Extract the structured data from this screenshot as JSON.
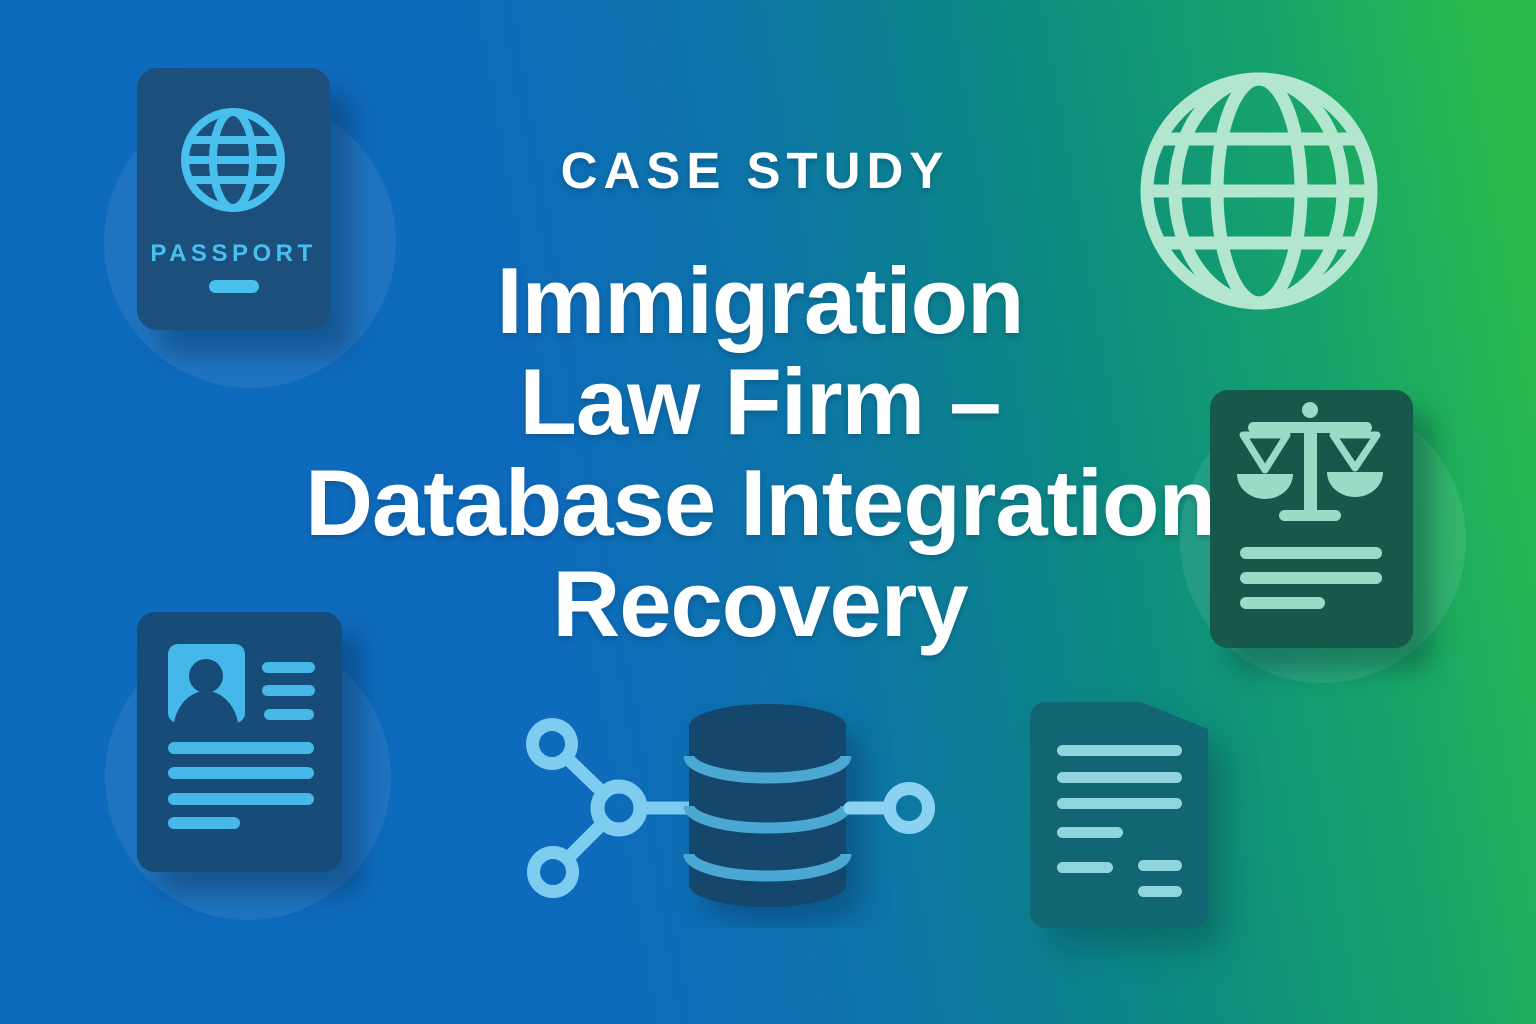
{
  "banner": {
    "eyebrow": "CASE STUDY",
    "title": {
      "line1": "Immigration",
      "line2": "Law Firm –",
      "line3": "Database Integration",
      "line4": "Recovery"
    }
  },
  "passport": {
    "label": "PASSPORT"
  },
  "icons": {
    "top_left": "passport-icon",
    "top_right": "globe-icon",
    "middle_right": "legal-scales-document-icon",
    "bottom_left": "id-card-icon",
    "bottom_center_left": "network-nodes-icon",
    "bottom_center": "database-icon",
    "bottom_right": "document-icon"
  },
  "colors": {
    "bg_blue": "#0e6abc",
    "bg_teal": "#0c8883",
    "bg_green": "#2abb4c",
    "passport_navy": "#1d4f7d",
    "passport_light_blue": "#49bfee",
    "id_card_navy": "#164c77",
    "id_card_light_blue": "#45b7e9",
    "network_blue": "#7fccf1",
    "database_navy": "#15476c",
    "database_separator_blue": "#4aa8d2",
    "document_teal": "#126673",
    "document_teal_lines": "#8fd4df",
    "legal_green": "#16594b",
    "legal_mint": "#9adbc8",
    "globe_mint": "#b3e6cf",
    "text_white": "#ffffff"
  }
}
